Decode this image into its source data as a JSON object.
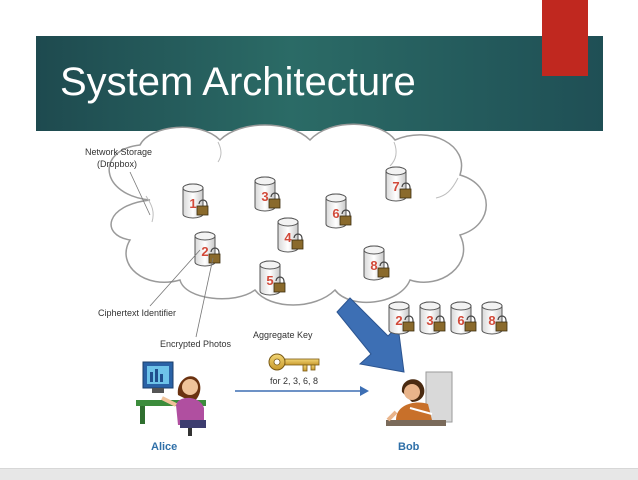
{
  "slide": {
    "title": "System Architecture"
  },
  "labels": {
    "network_storage": [
      "Network Storage",
      "(Dropbox)"
    ],
    "ciphertext_identifier": "Ciphertext Identifier",
    "encrypted_photos": "Encrypted Photos",
    "aggregate_key": "Aggregate Key",
    "aggregate_key_for": "for  2, 3, 6, 8",
    "alice": "Alice",
    "bob": "Bob"
  },
  "cloud_items": [
    "1",
    "2",
    "3",
    "4",
    "5",
    "6",
    "7",
    "8"
  ],
  "bob_items": [
    "2",
    "3",
    "6",
    "8"
  ],
  "colors": {
    "title_bar": "#1e4a4f",
    "accent": "#c0281f",
    "arrow": "#3d6fb4",
    "number": "#d24a3a",
    "name": "#2e6fa8"
  }
}
